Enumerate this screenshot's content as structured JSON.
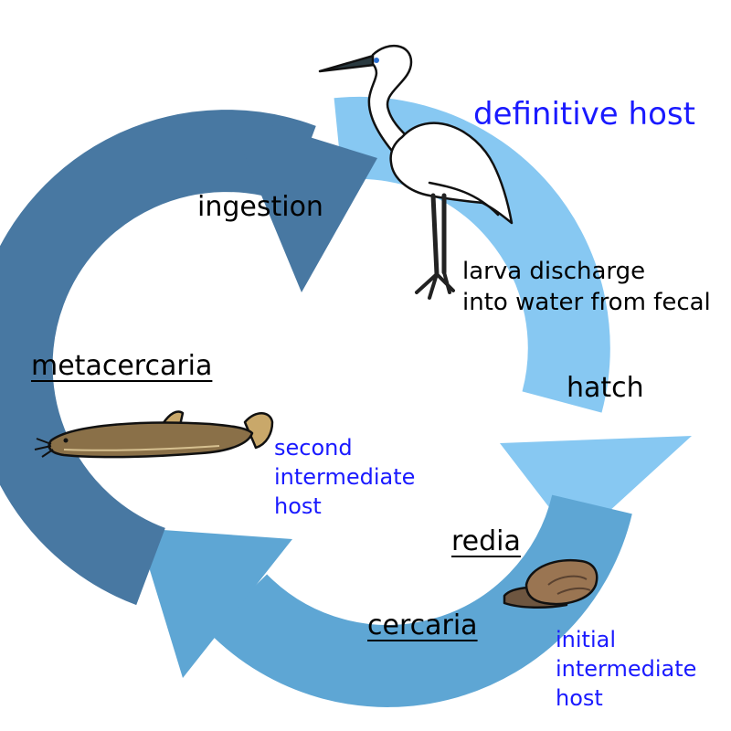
{
  "labels": {
    "definitive_host": "definitive host",
    "larva_line1": "larva discharge",
    "larva_line2": "into water from fecal",
    "hatch": "hatch",
    "ingestion": "ingestion",
    "metacercaria": "metacercaria",
    "redia": "redia",
    "cercaria": "cercaria",
    "second_host_line1": "second",
    "second_host_line2": "intermediate",
    "second_host_line3": "host",
    "initial_host_line1": "initial",
    "initial_host_line2": "intermediate",
    "initial_host_line3": "host"
  },
  "colors": {
    "arrow_light": "#87c8f2",
    "arrow_mid": "#5ea6d4",
    "arrow_dark": "#4878a2",
    "host_text": "#1a1aff",
    "fish_body": "#8a7048",
    "snail_shell": "#9a7552"
  },
  "icons": [
    "egret-icon",
    "fish-icon",
    "snail-icon"
  ]
}
